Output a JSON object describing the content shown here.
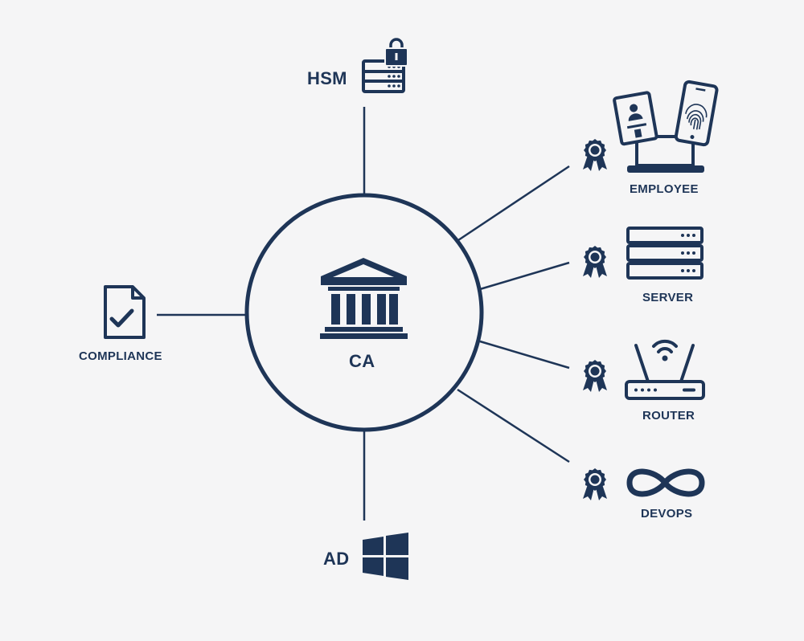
{
  "colors": {
    "primary": "#1e3557",
    "background": "#f5f5f6"
  },
  "center": {
    "label": "CA",
    "icon": "bank-building-icon"
  },
  "top": {
    "label": "HSM",
    "icon": "locked-server-icon"
  },
  "bottom": {
    "label": "AD",
    "icon": "windows-logo-icon"
  },
  "left": {
    "label": "COMPLIANCE",
    "icon": "checked-document-icon"
  },
  "right_nodes": [
    {
      "label": "EMPLOYEE",
      "icon": "laptop-id-card-fingerprint-phone-icon",
      "badge": "certificate-ribbon-icon"
    },
    {
      "label": "SERVER",
      "icon": "server-rack-icon",
      "badge": "certificate-ribbon-icon"
    },
    {
      "label": "ROUTER",
      "icon": "wifi-router-icon",
      "badge": "certificate-ribbon-icon"
    },
    {
      "label": "DEVOPS",
      "icon": "infinity-loop-icon",
      "badge": "certificate-ribbon-icon"
    }
  ]
}
